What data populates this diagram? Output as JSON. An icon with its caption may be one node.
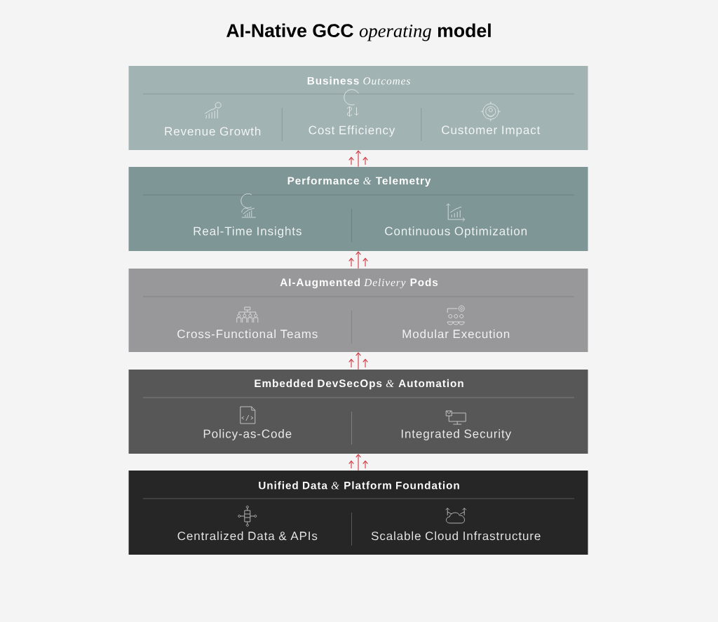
{
  "diagram": {
    "title": "AI-Native GCC *operating* model",
    "nodes": [
      {
        "text": [
          "Business *Outcomes*",
          "Revenue Growth",
          "Cost Efficiency",
          "Customer Impact"
        ]
      },
      {
        "text": [
          "Performance *&* Telemetry",
          "Real-Time Insights",
          "Continuous Optimization"
        ]
      },
      {
        "text": [
          "AI-Augmented *Delivery* Pods",
          "Cross-Functional Teams",
          "Modular Execution"
        ]
      },
      {
        "text": [
          "Embedded DevSecOps *&* Automation",
          "Policy-as-Code",
          "Integrated Security"
        ]
      },
      {
        "text": [
          "Unified Data *&* Platform Foundation",
          "Centralized Data & APIs",
          "Scalable Cloud Infrastructure"
        ]
      }
    ],
    "edges": [
      {
        "from": 1,
        "to": 0,
        "arrow": "to"
      },
      {
        "from": 1,
        "to": 0,
        "arrow": "to"
      },
      {
        "from": 1,
        "to": 0,
        "arrow": "to"
      },
      {
        "from": 2,
        "to": 1,
        "arrow": "to"
      },
      {
        "from": 2,
        "to": 1,
        "arrow": "to"
      },
      {
        "from": 2,
        "to": 1,
        "arrow": "to"
      },
      {
        "from": 3,
        "to": 2,
        "arrow": "to"
      },
      {
        "from": 3,
        "to": 2,
        "arrow": "to"
      },
      {
        "from": 3,
        "to": 2,
        "arrow": "to"
      },
      {
        "from": 4,
        "to": 3,
        "arrow": "to"
      },
      {
        "from": 4,
        "to": 3,
        "arrow": "to"
      },
      {
        "from": 4,
        "to": 3,
        "arrow": "to"
      }
    ]
  }
}
